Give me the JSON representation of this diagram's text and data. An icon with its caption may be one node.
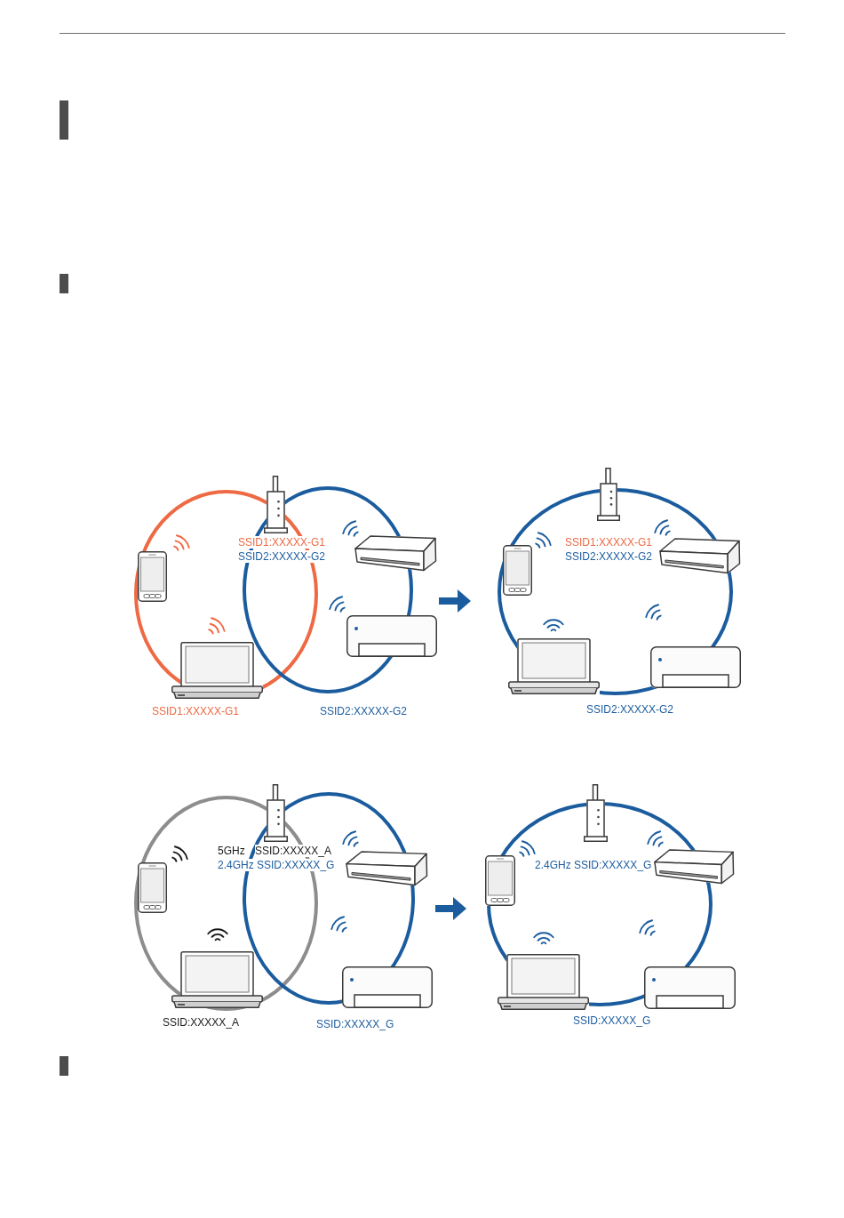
{
  "diagram": {
    "nodes": [
      {
        "text": [],
        "shape": "picture"
      },
      {
        "text": [
          "SSID1:XXXXX-G1"
        ],
        "in": 0
      },
      {
        "text": [
          "SSID2:XXXXX-G2"
        ],
        "in": 0
      },
      {
        "text": [],
        "shape": "picture"
      },
      {
        "text": [
          "SSID2:XXXXX-G2"
        ],
        "in": 3
      },
      {
        "text": [],
        "shape": "picture"
      },
      {
        "text": [
          "SSID:XXXXX_A"
        ],
        "in": 5
      },
      {
        "text": [
          "SSID:XXXXX_G"
        ],
        "in": 5
      },
      {
        "text": [],
        "shape": "picture"
      },
      {
        "text": [
          "SSID:XXXXX_G"
        ],
        "in": 8
      }
    ],
    "edges": [
      {
        "from": 0,
        "to": 3,
        "arrow": "to"
      },
      {
        "from": 5,
        "to": 8,
        "arrow": "to"
      }
    ],
    "labels": [
      "SSID1:XXXXX-G1",
      "SSID2:XXXXX-G2",
      "SSID1:XXXXX-G1",
      "SSID2:XXXXX-G2",
      "5GHz",
      "SSID:XXXXX_A",
      "2.4GHz SSID:XXXXX_G",
      "2.4GHz SSID:XXXXX_G"
    ]
  }
}
